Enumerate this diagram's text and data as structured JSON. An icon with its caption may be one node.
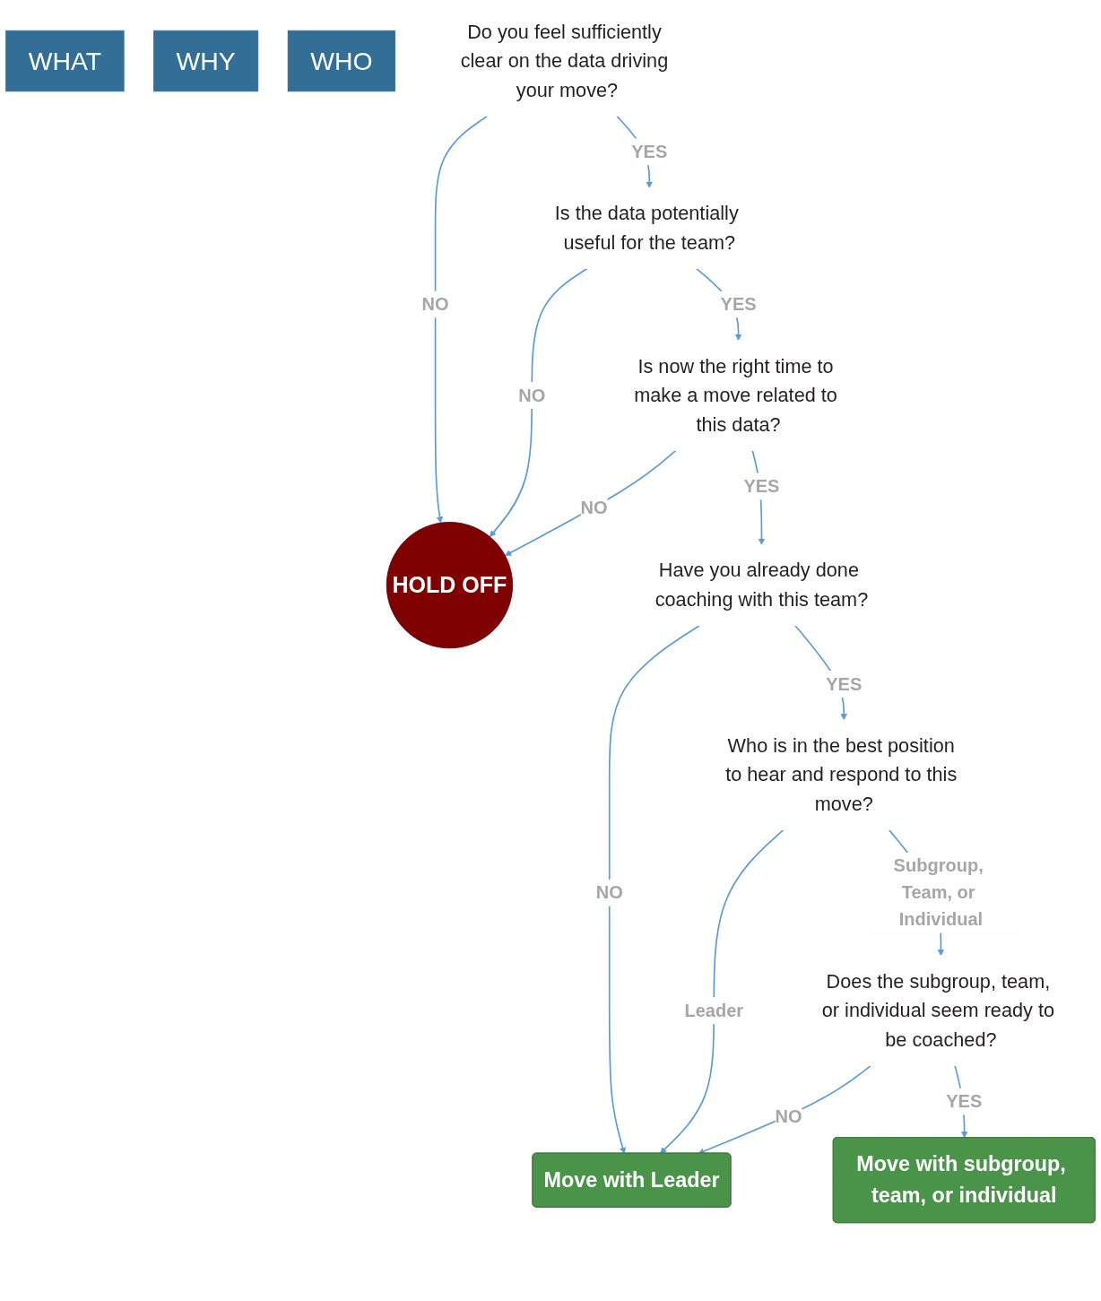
{
  "diagram": {
    "nodes": [
      {
        "text": [
          "WHAT"
        ]
      },
      {
        "text": [
          "WHY"
        ]
      },
      {
        "text": [
          "WHO"
        ]
      },
      {
        "text": [
          "Do you feel sufficiently clear on the data driving your move?"
        ]
      },
      {
        "text": [
          "Is the data potentially useful for the team?"
        ]
      },
      {
        "text": [
          "HOLD OFF"
        ]
      },
      {
        "text": [
          "Is now the right time to make a move related to this data?"
        ]
      },
      {
        "text": [
          "Have you already done coaching with this team?"
        ]
      },
      {
        "text": [
          "Move with Leader"
        ]
      },
      {
        "text": [
          "Who is in the best position to hear and respond to this move?"
        ]
      },
      {
        "text": [
          "Does the subgroup, team, or individual seem ready to be coached?"
        ]
      },
      {
        "text": [
          "Move with subgroup, team, or individual"
        ]
      }
    ],
    "edges": [
      {
        "from": 3,
        "to": 4,
        "label": "YES",
        "arrow": "to"
      },
      {
        "from": 3,
        "to": 5,
        "label": "NO",
        "arrow": "to"
      },
      {
        "from": 4,
        "to": 5,
        "label": "NO",
        "arrow": "to"
      },
      {
        "from": 4,
        "to": 6,
        "label": "YES",
        "arrow": "to"
      },
      {
        "from": 6,
        "to": 5,
        "label": "NO",
        "arrow": "to"
      },
      {
        "from": 6,
        "to": 7,
        "label": "YES",
        "arrow": "to"
      },
      {
        "from": 7,
        "to": 8,
        "label": "NO",
        "arrow": "to"
      },
      {
        "from": 7,
        "to": 9,
        "label": "YES",
        "arrow": "to"
      },
      {
        "from": 9,
        "to": 8,
        "label": "Leader",
        "arrow": "to"
      },
      {
        "from": 9,
        "to": 10,
        "label": "Subgroup, Team, or Individual",
        "arrow": "to"
      },
      {
        "from": 10,
        "to": 8,
        "label": "NO",
        "arrow": "to"
      },
      {
        "from": 10,
        "to": 11,
        "label": "YES",
        "arrow": "to"
      }
    ]
  }
}
